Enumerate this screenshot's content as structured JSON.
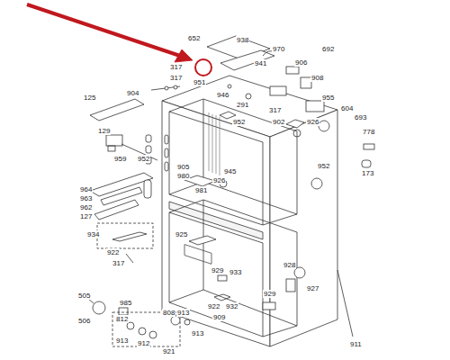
{
  "diagram": {
    "labels": [
      "652",
      "938",
      "970",
      "692",
      "941",
      "906",
      "908",
      "317",
      "317",
      "951",
      "904",
      "946",
      "291",
      "317",
      "952",
      "902",
      "926",
      "955",
      "604",
      "693",
      "125",
      "129",
      "959",
      "952",
      "905",
      "980",
      "981",
      "926",
      "945",
      "952",
      "778",
      "173",
      "964",
      "963",
      "962",
      "127",
      "934",
      "922",
      "317",
      "925",
      "929",
      "933",
      "922",
      "932",
      "505",
      "506",
      "985",
      "812",
      "913",
      "912",
      "921",
      "808",
      "913",
      "913",
      "909",
      "929",
      "928",
      "927",
      "911"
    ]
  }
}
